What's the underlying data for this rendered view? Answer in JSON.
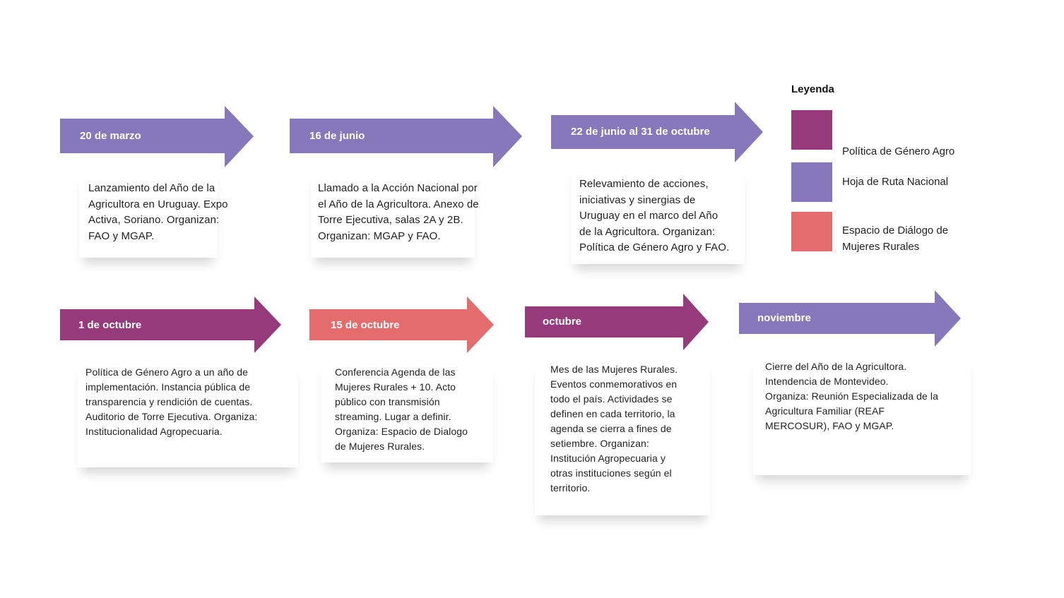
{
  "colors": {
    "politica": "#973a7b",
    "hoja": "#8778bc",
    "espacio": "#e46c6c"
  },
  "legend": {
    "title": "Leyenda",
    "items": [
      {
        "label": "Política de Género Agro",
        "color_key": "politica"
      },
      {
        "label": "Hoja de Ruta Nacional",
        "color_key": "hoja"
      },
      {
        "label": "Espacio de Diálogo de\nMujeres Rurales",
        "color_key": "espacio"
      }
    ]
  },
  "events": [
    {
      "date": "20 de marzo",
      "color_key": "hoja",
      "description": " Lanzamiento del Año de la\nAgricultora en Uruguay. Expo\nActiva, Soriano. Organizan:\nFAO y MGAP."
    },
    {
      "date": "16 de junio",
      "color_key": "hoja",
      "description": "Llamado a la Acción Nacional por\nel Año de la Agricultora. Anexo de\nTorre Ejecutiva, salas 2A y 2B.\nOrganizan: MGAP y FAO."
    },
    {
      "date": "22 de junio al 31 de octubre",
      "color_key": "hoja",
      "description": "Relevamiento de acciones,\niniciativas y sinergias de\nUruguay en el marco del Año\nde la Agricultora. Organizan:\nPolítica de Género Agro y FAO."
    },
    {
      "date": "1 de octubre",
      "color_key": "politica",
      "description": "Política de Género Agro a un año de\nimplementación. Instancia pública de\ntransparencia y rendición de cuentas.\nAuditorio de Torre Ejecutiva. Organiza:\nInstitucionalidad Agropecuaria."
    },
    {
      "date": "15 de octubre",
      "color_key": "espacio",
      "description": "Conferencia Agenda de las\nMujeres Rurales + 10. Acto\npúblico con transmisión\nstreaming. Lugar a definir.\nOrganiza: Espacio de Dialogo\nde Mujeres Rurales."
    },
    {
      "date": "octubre",
      "color_key": "politica",
      "description": "Mes de las Mujeres Rurales.\nEventos conmemorativos en\ntodo el país. Actividades se\ndefinen en cada territorio, la\nagenda se cierra a fines de\nsetiembre. Organizan:\nInstitución Agropecuaria y\notras instituciones según el\nterritorio."
    },
    {
      "date": "noviembre",
      "color_key": "hoja",
      "description": " Cierre del Año de la Agricultora.\nIntendencia de Montevideo.\nOrganiza: Reunión Especializada de la\nAgricultura Familiar (REAF\nMERCOSUR), FAO y MGAP."
    }
  ]
}
